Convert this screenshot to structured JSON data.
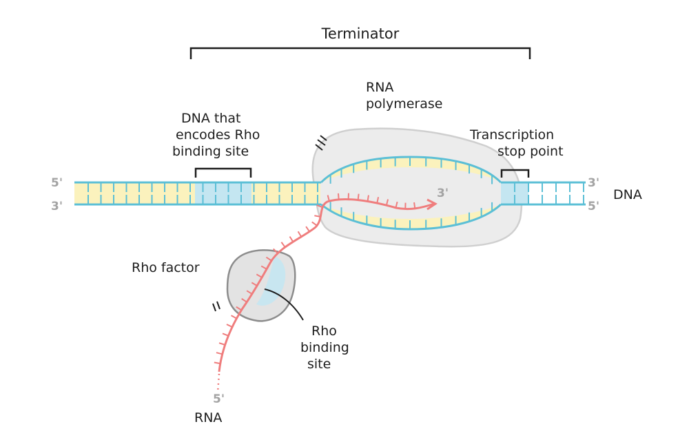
{
  "labels": {
    "terminator": "Terminator",
    "rna_polymerase_line1": "RNA",
    "rna_polymerase_line2": "polymerase",
    "dna_encodes_line1": "DNA that",
    "dna_encodes_line2": "encodes Rho",
    "dna_encodes_line3": "binding site",
    "transcription_stop_line1": "Transcription",
    "transcription_stop_line2": "stop point",
    "dna": "DNA",
    "rho_factor": "Rho factor",
    "rho_binding_line1": "Rho",
    "rho_binding_line2": "binding",
    "rho_binding_line3": "site",
    "rna": "RNA"
  },
  "strand_ends": {
    "top_left": "5'",
    "bottom_left": "3'",
    "top_right": "3'",
    "bottom_right": "5'",
    "rna_tip": "3'",
    "rna_start": "5'"
  },
  "colors": {
    "dna_strand": "#5bbfd6",
    "dna_fill": "#fbf2bd",
    "highlight_fill": "#c4e6f1",
    "rna": "#ef7d7d",
    "polymerase_fill": "#ececec",
    "polymerase_stroke": "#cfcfcf",
    "rho_fill": "#e3e3e3",
    "rho_stroke": "#8c8c8c",
    "ink": "#1c1c1c"
  }
}
